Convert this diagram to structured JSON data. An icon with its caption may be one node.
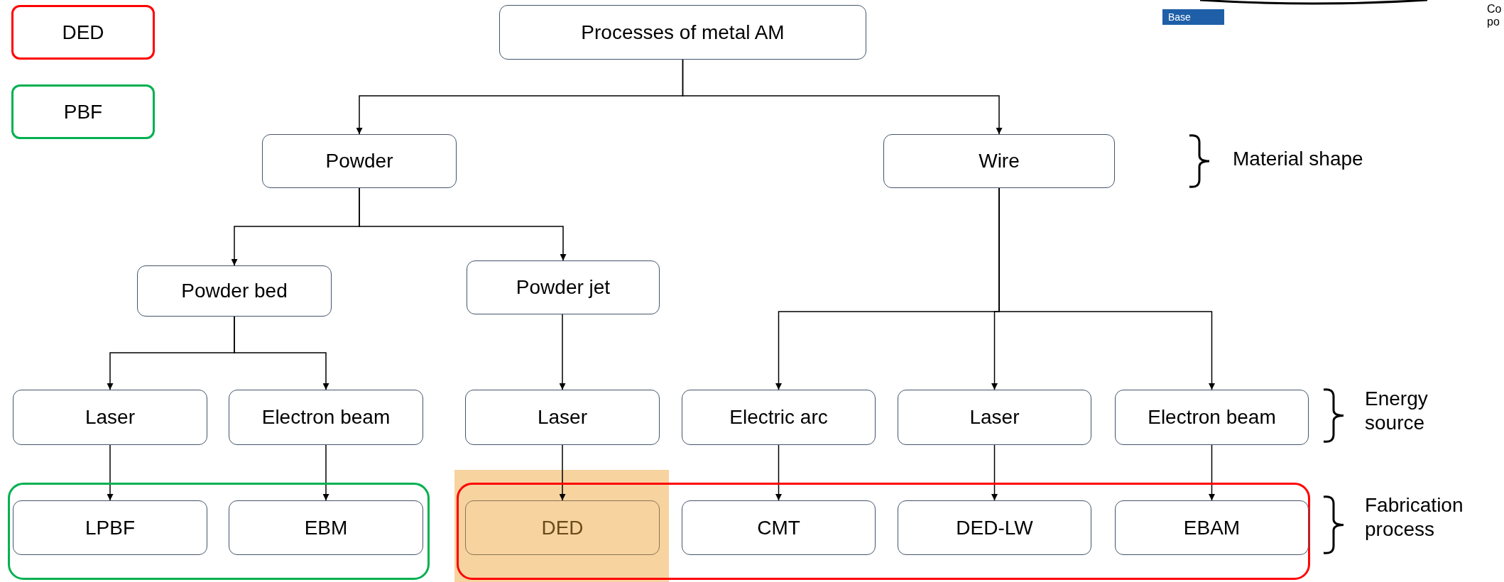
{
  "diagram": {
    "nodes": [
      {
        "text": [
          "Processes of metal AM"
        ]
      },
      {
        "text": [
          "Powder"
        ]
      },
      {
        "text": [
          "Wire"
        ]
      },
      {
        "text": [
          "Powder bed"
        ]
      },
      {
        "text": [
          "Powder jet"
        ]
      },
      {
        "text": [
          "Laser"
        ]
      },
      {
        "text": [
          "Electron beam"
        ]
      },
      {
        "text": [
          "Laser"
        ]
      },
      {
        "text": [
          "Electric arc"
        ]
      },
      {
        "text": [
          "Laser"
        ]
      },
      {
        "text": [
          "Electron beam"
        ]
      },
      {
        "text": [],
        "shape": "box"
      },
      {
        "text": [
          "LPBF"
        ],
        "in": 11
      },
      {
        "text": [
          "EBM"
        ],
        "in": 11
      },
      {
        "text": [],
        "shape": "box"
      },
      {
        "text": [
          "DED"
        ],
        "in": 14
      },
      {
        "text": [
          "CMT"
        ],
        "in": 14
      },
      {
        "text": [
          "DED-LW"
        ],
        "in": 14
      },
      {
        "text": [
          "EBAM"
        ],
        "in": 14
      },
      {
        "text": [
          "Base"
        ]
      }
    ],
    "edges": [
      {
        "from": 0,
        "to": 1,
        "arrow": "to"
      },
      {
        "from": 0,
        "to": 2,
        "arrow": "to"
      },
      {
        "from": 1,
        "to": 3,
        "arrow": "to"
      },
      {
        "from": 1,
        "to": 4,
        "arrow": "to"
      },
      {
        "from": 3,
        "to": 5,
        "arrow": "to"
      },
      {
        "from": 3,
        "to": 6,
        "arrow": "to"
      },
      {
        "from": 4,
        "to": 7,
        "arrow": "to"
      },
      {
        "from": 2,
        "to": 8,
        "arrow": "to"
      },
      {
        "from": 2,
        "to": 9,
        "arrow": "to"
      },
      {
        "from": 2,
        "to": 10,
        "arrow": "to"
      },
      {
        "from": 5,
        "to": 12,
        "arrow": "to"
      },
      {
        "from": 6,
        "to": 13,
        "arrow": "to"
      },
      {
        "from": 7,
        "to": 15,
        "arrow": "to"
      },
      {
        "from": 8,
        "to": 16,
        "arrow": "to"
      },
      {
        "from": 9,
        "to": 17,
        "arrow": "to"
      },
      {
        "from": 10,
        "to": 18,
        "arrow": "to"
      }
    ],
    "labels": [
      "Material shape",
      "Energy source",
      "Fabrication process",
      "Co",
      "po"
    ],
    "legend": [
      {
        "text": "DED",
        "color": "#ff0000"
      },
      {
        "text": "PBF",
        "color": "#00b050"
      }
    ]
  }
}
